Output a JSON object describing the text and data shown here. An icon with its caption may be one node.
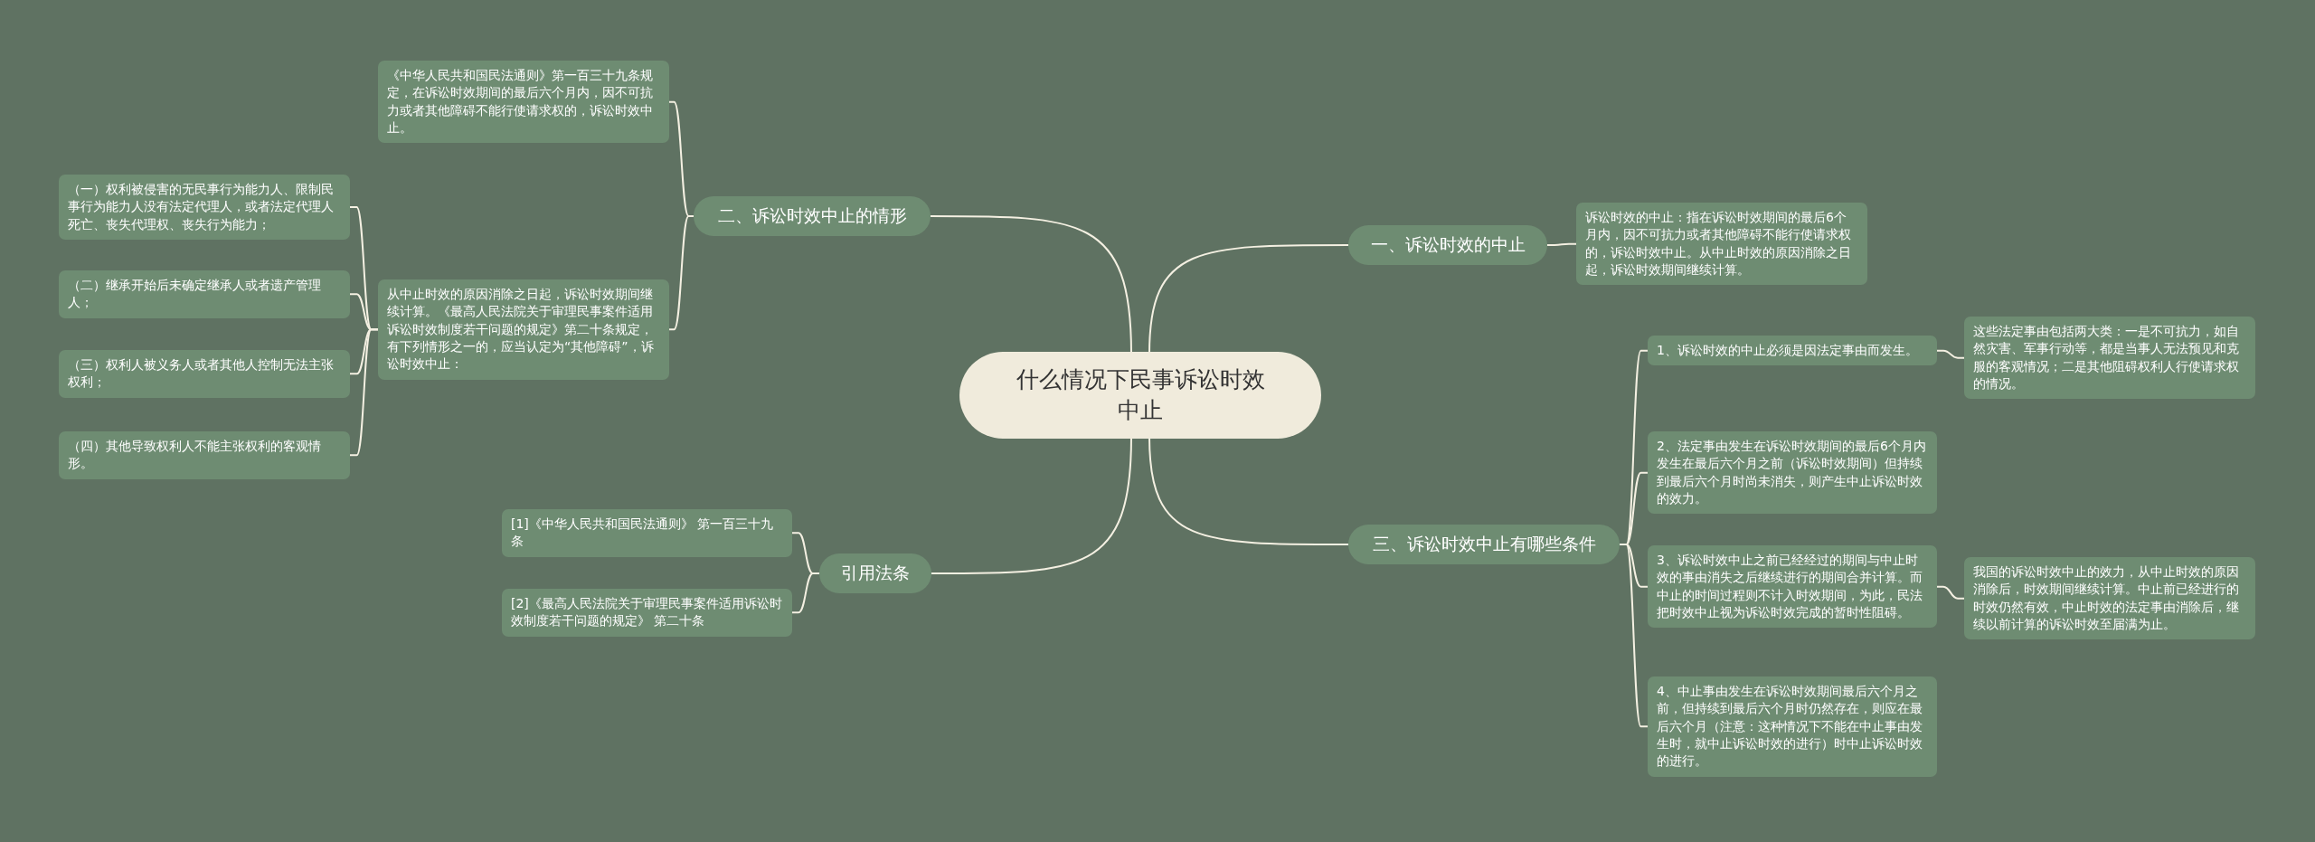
{
  "diagram": {
    "nodes": [
      {
        "text": [
          "什么情况下民事诉讼时效中止"
        ]
      },
      {
        "text": [
          "一、诉讼时效的中止"
        ]
      },
      {
        "text": [
          "诉讼时效的中止：指在诉讼时效期间的最后6个月内，因不可抗力或者其他障碍不能行使请求权的，诉讼时效中止。从中止时效的原因消除之日起，诉讼时效期间继续计算。"
        ]
      },
      {
        "text": [
          "二、诉讼时效中止的情形"
        ]
      },
      {
        "text": [
          "《中华人民共和国民法通则》第一百三十九条规定，在诉讼时效期间的最后六个月内，因不可抗力或者其他障碍不能行使请求权的，诉讼时效中止。"
        ]
      },
      {
        "text": [
          "从中止时效的原因消除之日起，诉讼时效期间继续计算。《最高人民法院关于审理民事案件适用诉讼时效制度若干问题的规定》第二十条规定，有下列情形之一的，应当认定为“其他障碍”，诉讼时效中止："
        ]
      },
      {
        "text": [
          "（一）权利被侵害的无民事行为能力人、限制民事行为能力人没有法定代理人，或者法定代理人死亡、丧失代理权、丧失行为能力；"
        ]
      },
      {
        "text": [
          "（二）继承开始后未确定继承人或者遗产管理人；"
        ]
      },
      {
        "text": [
          "（三）权利人被义务人或者其他人控制无法主张权利；"
        ]
      },
      {
        "text": [
          "（四）其他导致权利人不能主张权利的客观情形。"
        ]
      },
      {
        "text": [
          "三、诉讼时效中止有哪些条件"
        ]
      },
      {
        "text": [
          "1、诉讼时效的中止必须是因法定事由而发生。"
        ]
      },
      {
        "text": [
          "这些法定事由包括两大类：一是不可抗力，如自然灾害、军事行动等，都是当事人无法预见和克服的客观情况；二是其他阻碍权利人行使请求权的情况。"
        ]
      },
      {
        "text": [
          "2、法定事由发生在诉讼时效期间的最后6个月内发生在最后六个月之前（诉讼时效期间）但持续到最后六个月时尚未消失，则产生中止诉讼时效的效力。"
        ]
      },
      {
        "text": [
          "3、诉讼时效中止之前已经经过的期间与中止时效的事由消失之后继续进行的期间合并计算。而中止的时间过程则不计入时效期间，为此，民法把时效中止视为诉讼时效完成的暂时性阻碍。"
        ]
      },
      {
        "text": [
          "我国的诉讼时效中止的效力，从中止时效的原因消除后，时效期间继续计算。中止前已经进行的时效仍然有效，中止时效的法定事由消除后，继续以前计算的诉讼时效至届满为止。"
        ]
      },
      {
        "text": [
          "4、中止事由发生在诉讼时效期间最后六个月之前，但持续到最后六个月时仍然存在，则应在最后六个月（注意：这种情况下不能在中止事由发生时，就中止诉讼时效的进行）时中止诉讼时效的进行。"
        ]
      },
      {
        "text": [
          "引用法条"
        ]
      },
      {
        "text": [
          "[1]《中华人民共和国民法通则》 第一百三十九条"
        ]
      },
      {
        "text": [
          "[2]《最高人民法院关于审理民事案件适用诉讼时效制度若干问题的规定》 第二十条"
        ]
      }
    ],
    "edges": [
      {
        "from": 0,
        "to": 1,
        "arrow": "none"
      },
      {
        "from": 1,
        "to": 2,
        "arrow": "none"
      },
      {
        "from": 0,
        "to": 3,
        "arrow": "none"
      },
      {
        "from": 3,
        "to": 4,
        "arrow": "none"
      },
      {
        "from": 3,
        "to": 5,
        "arrow": "none"
      },
      {
        "from": 5,
        "to": 6,
        "arrow": "none"
      },
      {
        "from": 5,
        "to": 7,
        "arrow": "none"
      },
      {
        "from": 5,
        "to": 8,
        "arrow": "none"
      },
      {
        "from": 5,
        "to": 9,
        "arrow": "none"
      },
      {
        "from": 0,
        "to": 10,
        "arrow": "none"
      },
      {
        "from": 10,
        "to": 11,
        "arrow": "none"
      },
      {
        "from": 11,
        "to": 12,
        "arrow": "none"
      },
      {
        "from": 10,
        "to": 13,
        "arrow": "none"
      },
      {
        "from": 10,
        "to": 14,
        "arrow": "none"
      },
      {
        "from": 14,
        "to": 15,
        "arrow": "none"
      },
      {
        "from": 10,
        "to": 16,
        "arrow": "none"
      },
      {
        "from": 0,
        "to": 17,
        "arrow": "none"
      },
      {
        "from": 17,
        "to": 18,
        "arrow": "none"
      },
      {
        "from": 17,
        "to": 19,
        "arrow": "none"
      }
    ]
  }
}
